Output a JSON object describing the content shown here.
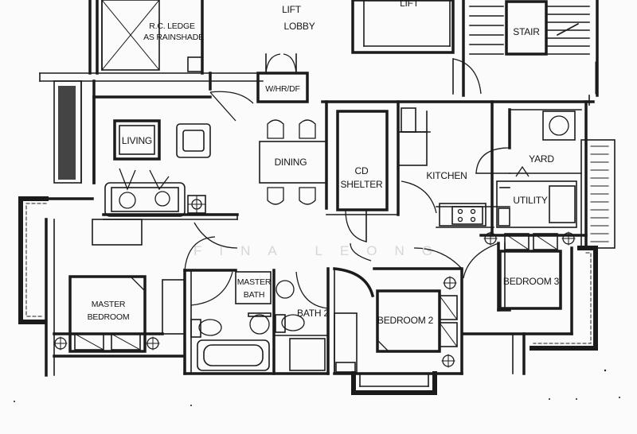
{
  "labels": {
    "rc_ledge": [
      "R.C. LEDGE",
      "AS RAINSHADE"
    ],
    "lift_lobby": [
      "LIFT",
      "LOBBY"
    ],
    "lift": "LIFT",
    "stair": "STAIR",
    "whr_df": "W/HR/DF",
    "living": "LIVING",
    "dining": "DINING",
    "cd_shelter": [
      "CD",
      "SHELTER"
    ],
    "kitchen": "KITCHEN",
    "yard": "YARD",
    "utility": "UTILITY",
    "bedroom_3": "BEDROOM 3",
    "master_bath": [
      "MASTER",
      "BATH"
    ],
    "bath_2": "BATH 2",
    "bedroom_2": "BEDROOM 2",
    "master_bedroom": [
      "MASTER",
      "BEDROOM"
    ]
  },
  "watermark": "FINA LEONG"
}
